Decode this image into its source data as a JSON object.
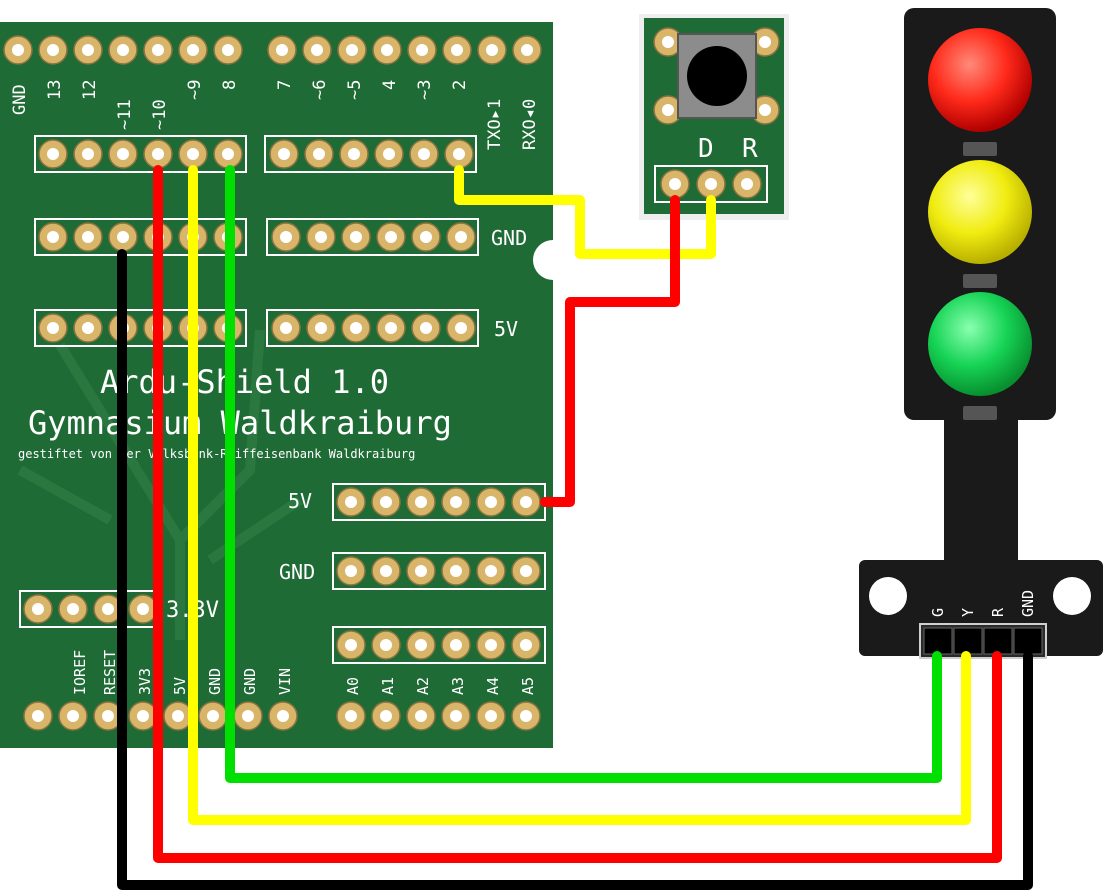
{
  "shield": {
    "title": "Ardu-Shield 1.0",
    "subtitle": "Gymnasium Waldkraiburg",
    "sponsor": "gestiftet von der Volksbank-Raiffeisenbank Waldkraiburg",
    "top_pins_left": [
      "GND",
      "13",
      "12",
      "~11",
      "~10",
      "~9",
      "8"
    ],
    "top_pins_right": [
      "7",
      "~6",
      "~5",
      "4",
      "~3",
      "2",
      "TXO▸1",
      "RXO◂0"
    ],
    "row_gnd_label": "GND",
    "row_5v_label": "5V",
    "mid_5v_label": "5V",
    "mid_gnd_label": "GND",
    "v33_label": "3.3V",
    "power_pins": [
      "IOREF",
      "RESET",
      "3V3",
      "5V",
      "GND",
      "GND",
      "VIN"
    ],
    "analog_pins": [
      "A0",
      "A1",
      "A2",
      "A3",
      "A4",
      "A5"
    ]
  },
  "button_module": {
    "pin_labels": [
      "D",
      "R"
    ]
  },
  "traffic_light": {
    "pin_labels": [
      "G",
      "Y",
      "R",
      "GND"
    ],
    "lights": [
      "red",
      "yellow",
      "green"
    ]
  },
  "colors": {
    "board_green": "#1f6b35",
    "pad_gold": "#d9b56a",
    "wire_red": "#ff0000",
    "wire_yellow": "#ffff00",
    "wire_green": "#00e000",
    "wire_black": "#000000"
  }
}
